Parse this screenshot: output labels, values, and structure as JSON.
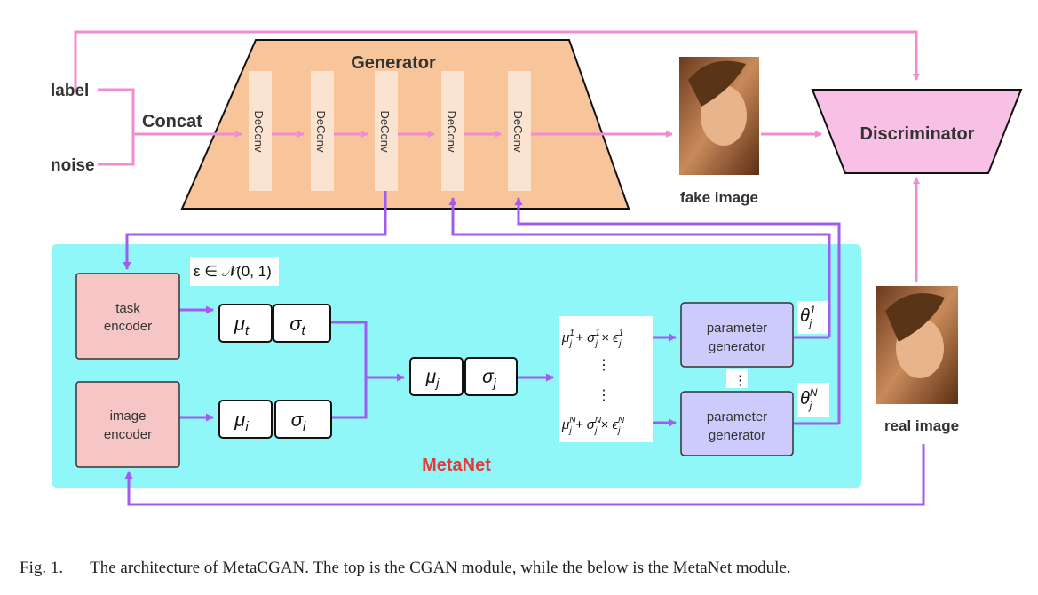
{
  "inputs": {
    "label": "label",
    "noise": "noise",
    "concat": "Concat"
  },
  "generator": {
    "title": "Generator",
    "layers": [
      "DeConv",
      "DeConv",
      "DeConv",
      "DeConv",
      "DeConv"
    ]
  },
  "fake_image": {
    "label": "fake image"
  },
  "discriminator": {
    "label": "Discriminator"
  },
  "real_image": {
    "label": "real image"
  },
  "metanet": {
    "title": "MetaNet",
    "epsilon": "ε ∈ 𝒩(0, 1)",
    "task_encoder": [
      "task",
      "encoder"
    ],
    "image_encoder": [
      "image",
      "encoder"
    ],
    "mu_t": "μ",
    "mu_t_sub": "t",
    "sigma_t": "σ",
    "sigma_t_sub": "t",
    "mu_i": "μ",
    "mu_i_sub": "i",
    "sigma_i": "σ",
    "sigma_i_sub": "i",
    "mu_j": "μ",
    "mu_j_sub": "j",
    "sigma_j": "σ",
    "sigma_j_sub": "j",
    "param_gen_1": [
      "parameter",
      "generator"
    ],
    "param_gen_n": [
      "parameter",
      "generator"
    ],
    "theta_1": "θ",
    "theta_1_sup": "1",
    "theta_1_sub": "j",
    "theta_n": "θ",
    "theta_n_sup": "N",
    "theta_n_sub": "j",
    "dots": "⋮"
  },
  "caption": {
    "fig": "Fig. 1.",
    "text": "The architecture of MetaCGAN. The top is the CGAN module, while the below is the MetaNet module."
  },
  "colors": {
    "pink_arrow": "#f08cd2",
    "purple_arrow": "#a05cf0",
    "generator_fill": "#f8c49a",
    "discriminator_fill": "#f8c0e4",
    "metanet_bg": "#8ff7f7",
    "encoder_fill": "#f6c6c6",
    "param_gen_fill": "#cccbfc",
    "metanet_title": "#e83838"
  }
}
